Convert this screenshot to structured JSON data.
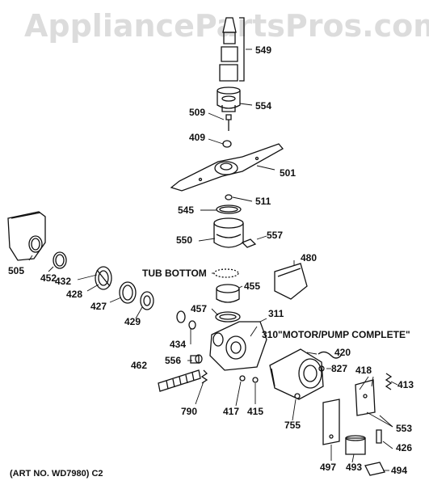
{
  "watermark": "AppliancePartsPros.com",
  "art_number": "(ART NO. WD7980) C2",
  "callouts": {
    "tub_bottom": "TUB BOTTOM",
    "motor_pump": "310\"MOTOR/PUMP COMPLETE\""
  },
  "parts": [
    "549",
    "554",
    "509",
    "409",
    "501",
    "511",
    "545",
    "550",
    "557",
    "505",
    "452",
    "432",
    "428",
    "427",
    "429",
    "455",
    "480",
    "457",
    "311",
    "434",
    "420",
    "556",
    "827",
    "418",
    "462",
    "413",
    "790",
    "417",
    "415",
    "755",
    "553",
    "426",
    "497",
    "493",
    "494"
  ]
}
